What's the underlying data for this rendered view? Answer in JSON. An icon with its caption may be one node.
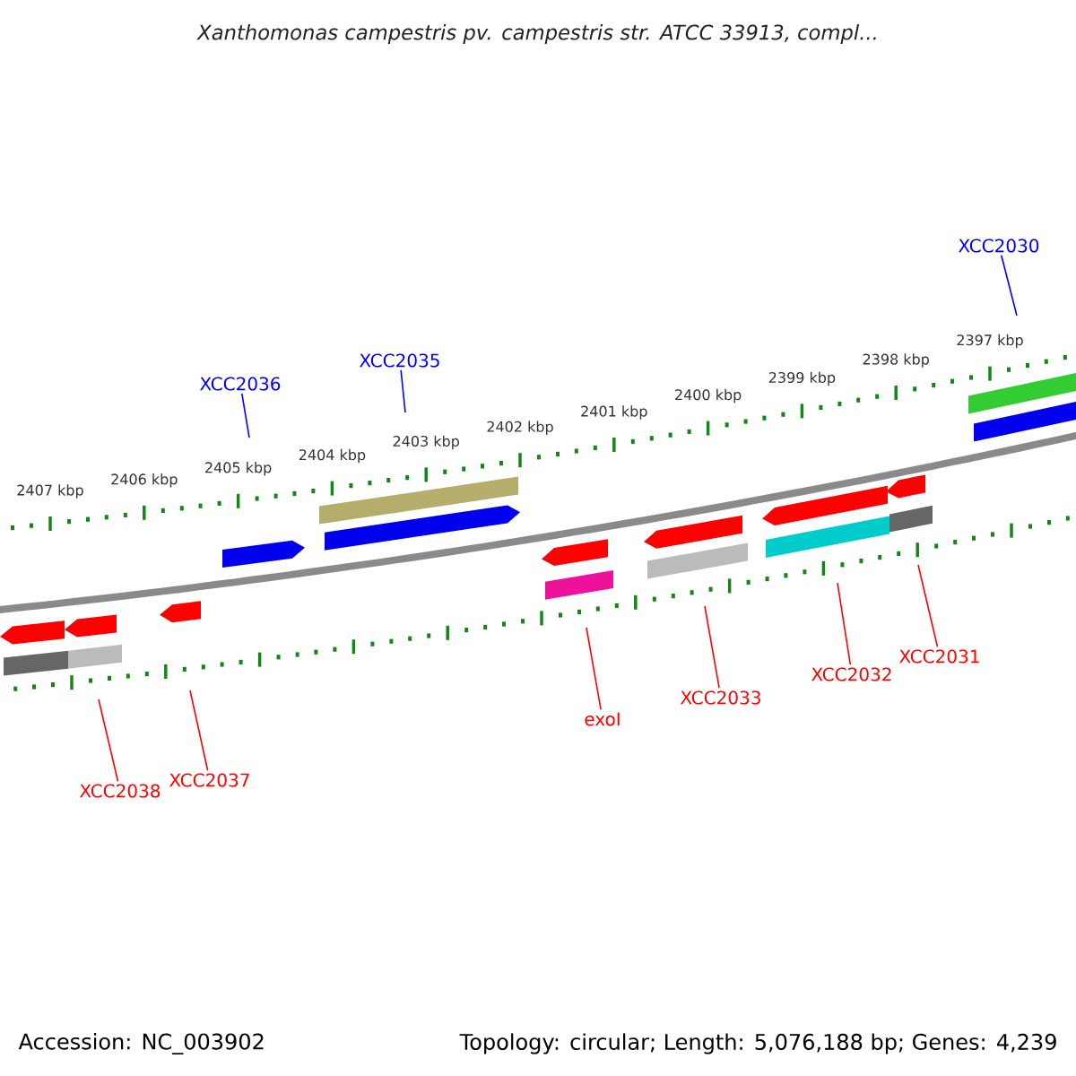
{
  "diagram": {
    "title": "*Xanthomonas campestris* pv. *campestris* str. ATCC 33913, compl...",
    "nodes": [
      {
        "text": [
          "XCC2030"
        ]
      },
      {
        "text": [
          "XCC2035"
        ]
      },
      {
        "text": [
          "XCC2036"
        ]
      },
      {
        "text": [
          "XCC2031"
        ]
      },
      {
        "text": [
          "XCC2032"
        ]
      },
      {
        "text": [
          "XCC2033"
        ]
      },
      {
        "text": [
          "exoI"
        ]
      },
      {
        "text": [
          "XCC2037"
        ]
      },
      {
        "text": [
          "XCC2038"
        ]
      }
    ],
    "edges": [
      {
        "from": 0,
        "to": null,
        "arrow": "none",
        "color": "#0000ff"
      },
      {
        "from": 1,
        "to": null,
        "arrow": "none",
        "color": "#0000ff"
      },
      {
        "from": 2,
        "to": null,
        "arrow": "none",
        "color": "#0000ff"
      },
      {
        "from": 3,
        "to": null,
        "arrow": "none"
      },
      {
        "from": 4,
        "to": null,
        "arrow": "none"
      },
      {
        "from": 5,
        "to": null,
        "arrow": "none"
      },
      {
        "from": 6,
        "to": null,
        "arrow": "none"
      },
      {
        "from": 7,
        "to": null,
        "arrow": "none"
      },
      {
        "from": 8,
        "to": null,
        "arrow": "none"
      }
    ],
    "labels": [
      "2407 kbp",
      "2406 kbp",
      "2405 kbp",
      "2404 kbp",
      "2403 kbp",
      "2402 kbp",
      "2401 kbp",
      "2400 kbp",
      "2399 kbp",
      "2398 kbp",
      "2397 kbp",
      "Accession: NC_003902",
      "Topology: circular; Length: 5,076,188 bp; Genes: 4,239"
    ]
  }
}
